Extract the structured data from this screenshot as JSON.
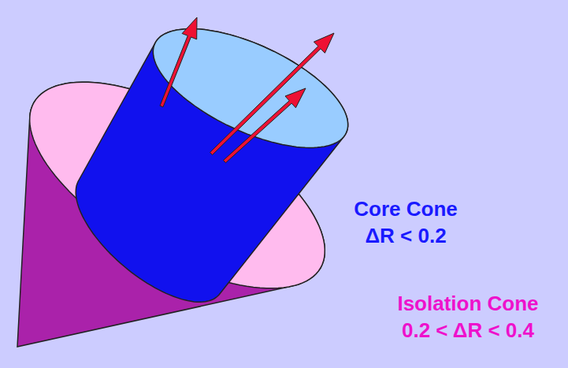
{
  "diagram": {
    "labels": [
      "Core Cone",
      "ΔR < 0.2",
      "Isolation Cone",
      "0.2 < ΔR < 0.4"
    ]
  }
}
